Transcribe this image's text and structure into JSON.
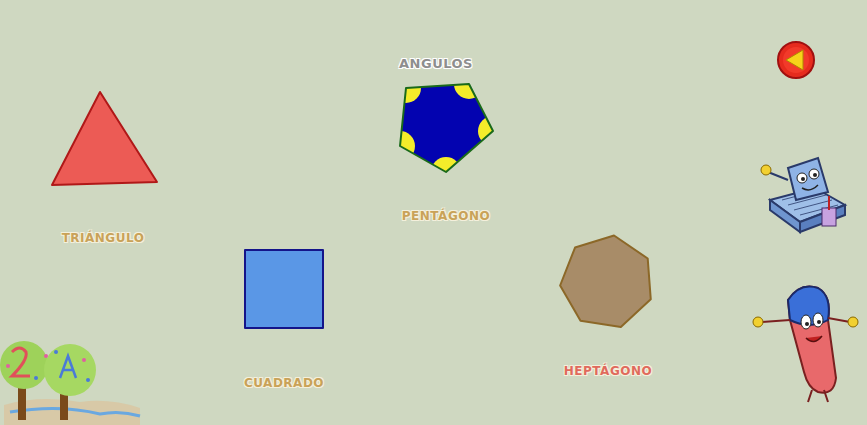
{
  "diagram": {
    "title": "ANGULOS",
    "nodes": [
      {
        "text": [
          "TRIÁNGULO"
        ]
      },
      {
        "text": [
          "PENTÁGONO"
        ]
      },
      {
        "text": [
          "CUADRADO"
        ]
      },
      {
        "text": [
          "HEPTÁGONO"
        ]
      }
    ]
  }
}
